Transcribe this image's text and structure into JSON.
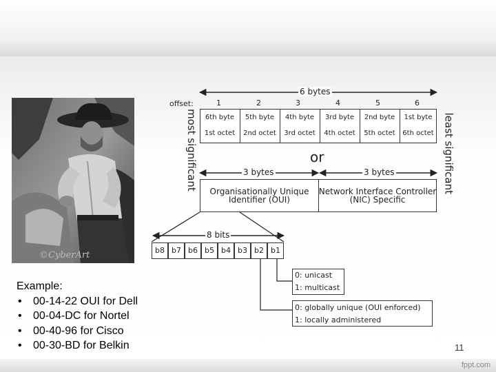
{
  "example": {
    "heading": "Example:",
    "items": [
      "00-14-22 OUI for Dell",
      "00-04-DC for Nortel",
      "00-40-96 for Cisco",
      "00-30-BD for Belkin"
    ]
  },
  "page_number": "11",
  "watermark": "fppt.com",
  "photo_watermark": "©CyberArt",
  "diagram": {
    "offset_label": "offset:",
    "six_bytes": "6 bytes",
    "offsets": [
      "1",
      "2",
      "3",
      "4",
      "5",
      "6"
    ],
    "bytes": [
      "6th byte",
      "5th byte",
      "4th byte",
      "3rd byte",
      "2nd byte",
      "1st byte"
    ],
    "octets": [
      "1st octet",
      "2nd octet",
      "3rd octet",
      "4th octet",
      "5th octet",
      "6th octet"
    ],
    "most_significant": "most significant",
    "least_significant": "least significant",
    "or": "or",
    "three_bytes": "3 bytes",
    "oui_line1": "Organisationally Unique",
    "oui_line2": "Identifier (OUI)",
    "nic_line1": "Network Interface Controller",
    "nic_line2": "(NIC) Specific",
    "eight_bits": "8 bits",
    "bits": [
      "b8",
      "b7",
      "b6",
      "b5",
      "b4",
      "b3",
      "b2",
      "b1"
    ],
    "cast_0": "0: unicast",
    "cast_1": "1: multicast",
    "admin_0": "0: globally unique (OUI enforced)",
    "admin_1": "1: locally administered"
  },
  "colors": {
    "lines": "#333333",
    "text": "#222222"
  }
}
